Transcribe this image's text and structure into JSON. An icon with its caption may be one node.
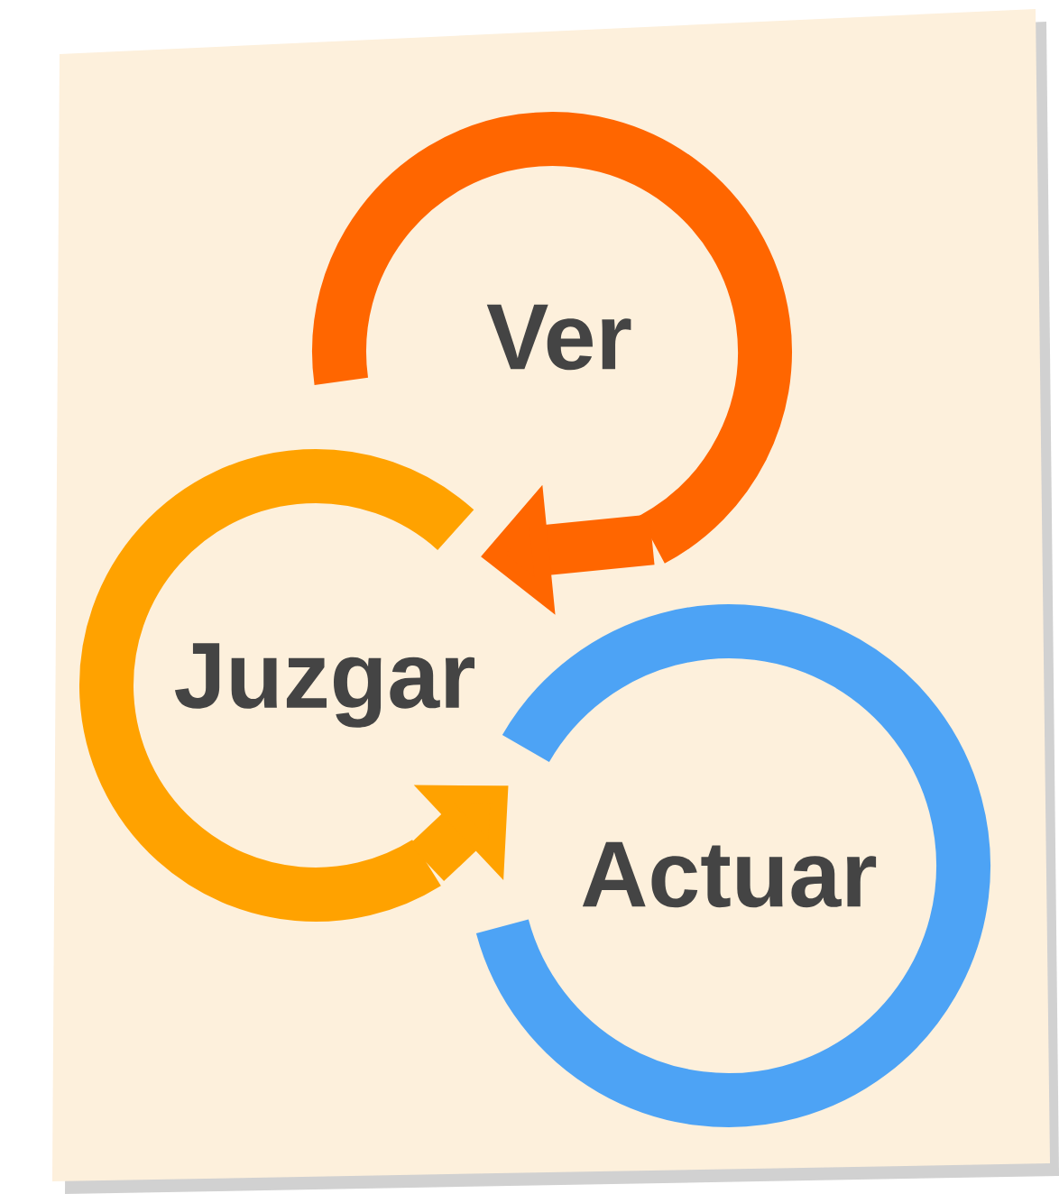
{
  "diagram": {
    "nodes": [
      {
        "text": [
          "Ver"
        ]
      },
      {
        "text": [
          "Juzgar"
        ]
      },
      {
        "text": [
          "Actuar"
        ]
      }
    ],
    "edges": [
      {
        "from": 0,
        "to": 1,
        "arrow": "to",
        "color": "#ff6600"
      },
      {
        "from": 1,
        "to": 2,
        "arrow": "to",
        "color": "#ffa200"
      }
    ]
  }
}
